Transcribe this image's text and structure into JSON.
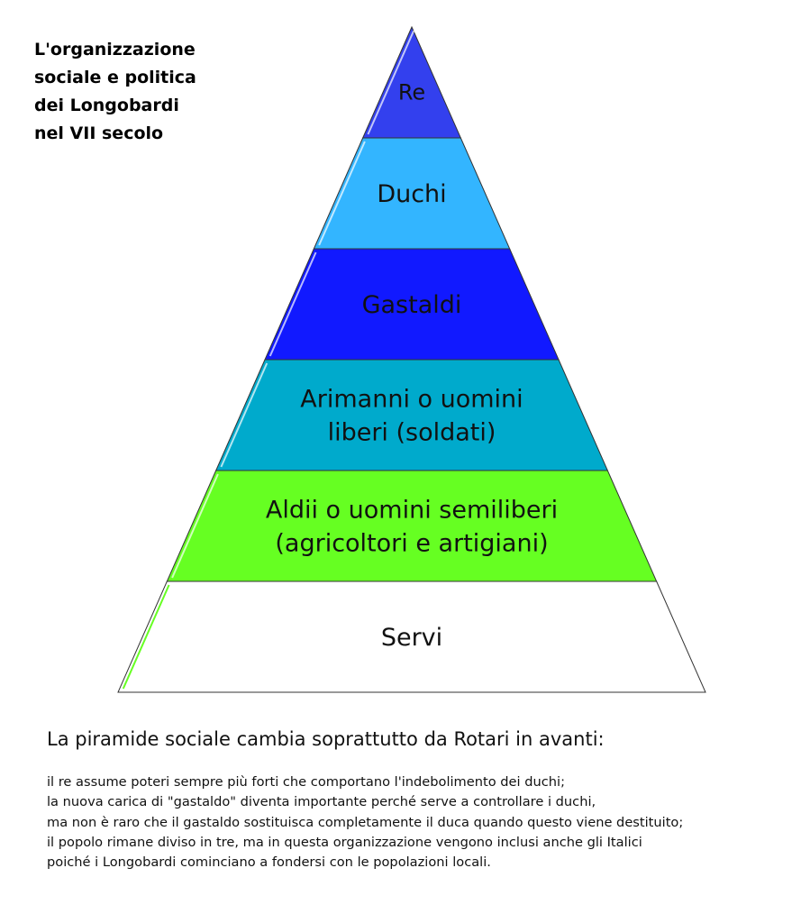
{
  "title": [
    "L'organizzazione",
    "sociale e politica",
    "dei Longobardi",
    "nel VII secolo"
  ],
  "pyramid": {
    "levels": [
      {
        "lines": [
          "Re"
        ],
        "color": "#3340ee"
      },
      {
        "lines": [
          "Duchi"
        ],
        "color": "#33b5ff"
      },
      {
        "lines": [
          "Gastaldi"
        ],
        "color": "#1119ff"
      },
      {
        "lines": [
          "Arimanni o uomini",
          "liberi (soldati)"
        ],
        "color": "#00aacc"
      },
      {
        "lines": [
          "Aldii o uomini semiliberi",
          "(agricoltori e artigiani)"
        ],
        "color": "#66ff22"
      },
      {
        "lines": [
          "Servi"
        ],
        "color": "#ffffff"
      }
    ]
  },
  "description": {
    "heading": "La piramide sociale cambia soprattutto da Rotari in avanti:",
    "lines": [
      "il re assume poteri sempre più forti che comportano l'indebolimento dei duchi;",
      "la nuova carica di \"gastaldo\" diventa importante perché serve a controllare i duchi,",
      "ma non è raro che il gastaldo sostituisca completamente il duca quando questo viene destituito;",
      "il popolo rimane diviso in tre, ma in questa organizzazione vengono inclusi anche gli Italici",
      "poiché i Longobardi cominciano a fondersi con le popolazioni locali."
    ]
  }
}
